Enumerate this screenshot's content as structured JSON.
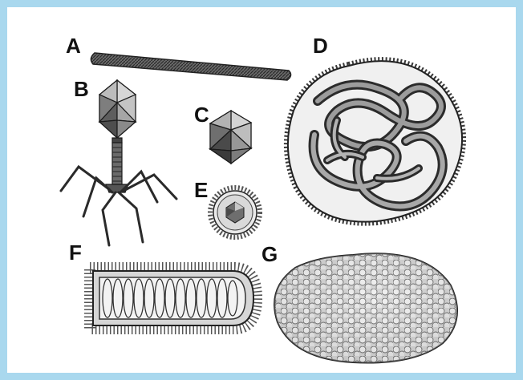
{
  "figure": {
    "labels": {
      "A": "A",
      "B": "B",
      "C": "C",
      "D": "D",
      "E": "E",
      "F": "F",
      "G": "G"
    },
    "colors": {
      "border": "#a9d8ee",
      "ink": "#1a1a1a",
      "shade": "#6e6e6e",
      "light": "#d8d8d8"
    }
  }
}
